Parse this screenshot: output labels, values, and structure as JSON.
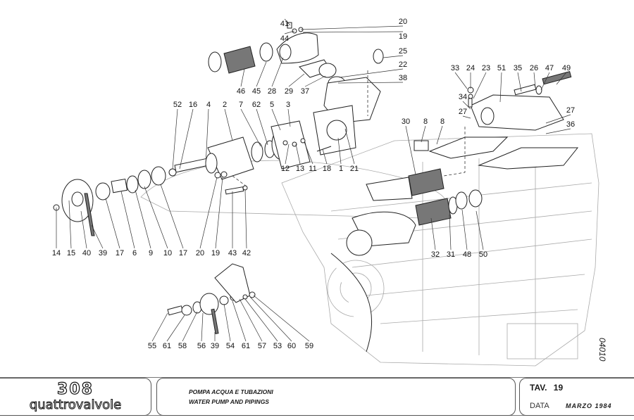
{
  "sheet_code": "04010",
  "title_block": {
    "model_number": "308",
    "model_name": "quattrovalvole",
    "title_it": "POMPA ACQUA E TUBAZIONI",
    "title_en": "WATER PUMP AND PIPINGS",
    "table_label": "TAV.",
    "table_number": "19",
    "date_label": "DATA",
    "date_value": "MARZO 1984"
  },
  "callouts": {
    "top_group": [
      "41",
      "44",
      "20",
      "19",
      "25",
      "22",
      "38",
      "46",
      "45",
      "28",
      "29",
      "37"
    ],
    "pump_group": [
      "52",
      "16",
      "4",
      "2",
      "7",
      "62",
      "5",
      "3",
      "12",
      "13",
      "11",
      "18",
      "1",
      "21"
    ],
    "manifold_group": [
      "33",
      "24",
      "23",
      "51",
      "35",
      "26",
      "47",
      "49",
      "34",
      "27",
      "27",
      "8",
      "36",
      "8",
      "30"
    ],
    "pulley_group": [
      "14",
      "15",
      "40",
      "39",
      "17",
      "6",
      "9",
      "10",
      "17",
      "20",
      "19",
      "43",
      "42"
    ],
    "pipe_group": [
      "32",
      "31",
      "48",
      "50"
    ],
    "tensioner_group": [
      "55",
      "61",
      "58",
      "56",
      "39",
      "54",
      "61",
      "57",
      "53",
      "60",
      "59"
    ]
  }
}
